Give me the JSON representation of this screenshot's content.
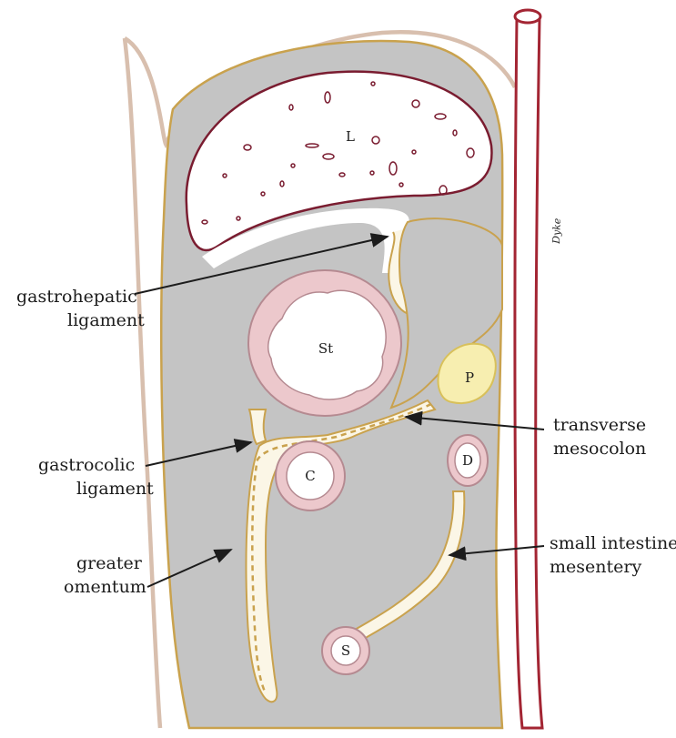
{
  "organs": {
    "liver": "L",
    "stomach": "St",
    "pancreas": "P",
    "colon": "C",
    "duodenum": "D",
    "small_intestine": "S"
  },
  "callouts": {
    "gastrohepatic": [
      "gastrohepatic",
      "ligament"
    ],
    "transverse": [
      "transverse",
      "mesocolon"
    ],
    "gastrocolic": [
      "gastrocolic",
      "ligament"
    ],
    "omentum": [
      "greater",
      "omentum"
    ],
    "mesentery": [
      "small intestine",
      "mesentery"
    ]
  },
  "signature": "Dyke",
  "colors": {
    "cavity_gray": "#c4c4c4",
    "peritoneum_line": "#c9a24e",
    "fat_fill": "#fbf6e6",
    "liver_outline": "#7a1c30",
    "organ_wall": "#ecc8cc",
    "organ_wall_line": "#b58a91",
    "pancreas_fill": "#f7eeb0",
    "pancreas_line": "#d8c05a",
    "aorta": "#a32533",
    "skin": "#d8bfae"
  }
}
